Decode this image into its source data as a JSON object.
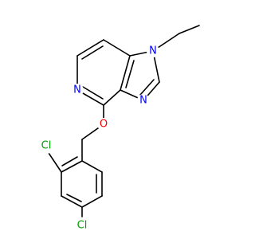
{
  "atoms": {
    "n1": {
      "text": "N",
      "color": "#0000ff"
    },
    "n3": {
      "text": "N",
      "color": "#0000ff"
    },
    "n5": {
      "text": "N",
      "color": "#0000ff"
    },
    "o": {
      "text": "O",
      "color": "#ff0000"
    },
    "cl2": {
      "text": "Cl",
      "color": "#00a000"
    },
    "cl4": {
      "text": "Cl",
      "color": "#00a000"
    }
  }
}
